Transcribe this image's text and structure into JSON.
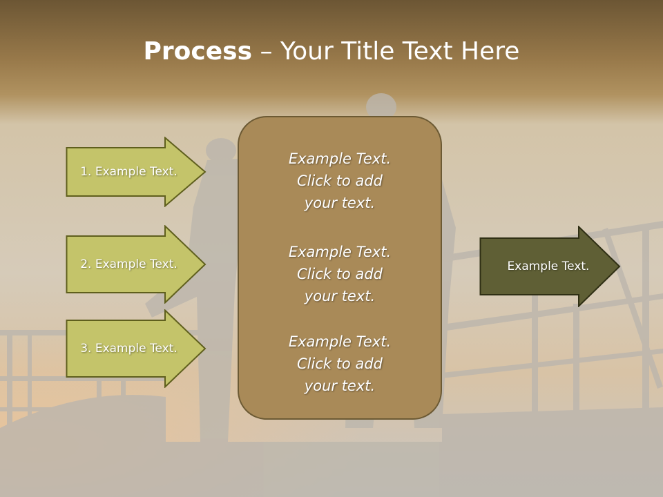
{
  "slide": {
    "title_bold": "Process",
    "title_rest": " – Your Title Text Here"
  },
  "left_arrows": [
    {
      "label": "1. Example Text."
    },
    {
      "label": "2. Example Text."
    },
    {
      "label": "3. Example Text."
    }
  ],
  "center_box": {
    "paragraphs": [
      {
        "line1": "Example Text.",
        "line2": "Click  to add",
        "line3": "your text."
      },
      {
        "line1": "Example Text.",
        "line2": "Click  to add",
        "line3": "your text."
      },
      {
        "line1": "Example Text.",
        "line2": "Click  to add",
        "line3": "your text."
      }
    ]
  },
  "right_arrow": {
    "label": "Example Text."
  },
  "colors": {
    "header_band": "#8a6e42",
    "left_arrow_fill": "#c4c46a",
    "left_arrow_stroke": "#5f5f1d",
    "center_fill": "#a98a58",
    "right_arrow_fill": "#5f5f35",
    "right_arrow_stroke": "#2f2f14"
  }
}
